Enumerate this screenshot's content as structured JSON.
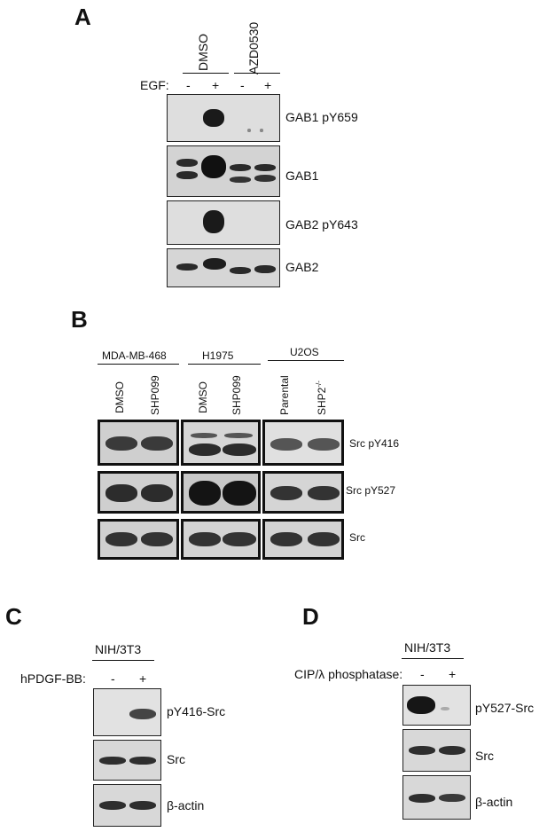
{
  "panels": {
    "A": {
      "letter": "A",
      "groups": [
        "DMSO",
        "AZD0530"
      ],
      "treatment_label": "EGF:",
      "lanes": [
        "-",
        "+",
        "-",
        "+"
      ],
      "blots": [
        "GAB1 pY659",
        "GAB1",
        "GAB2 pY643",
        "GAB2"
      ]
    },
    "B": {
      "letter": "B",
      "cell_lines": [
        "MDA-MB-468",
        "H1975",
        "U2OS"
      ],
      "lanes": [
        "DMSO",
        "SHP099",
        "DMSO",
        "SHP099",
        "Parental",
        "SHP2"
      ],
      "lane6_superscript": "-/-",
      "blots": [
        "Src pY416",
        "Src pY527",
        "Src"
      ]
    },
    "C": {
      "letter": "C",
      "cell_line": "NIH/3T3",
      "treatment_label": "hPDGF-BB:",
      "lanes": [
        "-",
        "+"
      ],
      "blots": [
        "pY416-Src",
        "Src",
        "β-actin"
      ]
    },
    "D": {
      "letter": "D",
      "cell_line": "NIH/3T3",
      "treatment_label": "CIP/λ phosphatase:",
      "lanes": [
        "-",
        "+"
      ],
      "blots": [
        "pY527-Src",
        "Src",
        "β-actin"
      ]
    }
  }
}
